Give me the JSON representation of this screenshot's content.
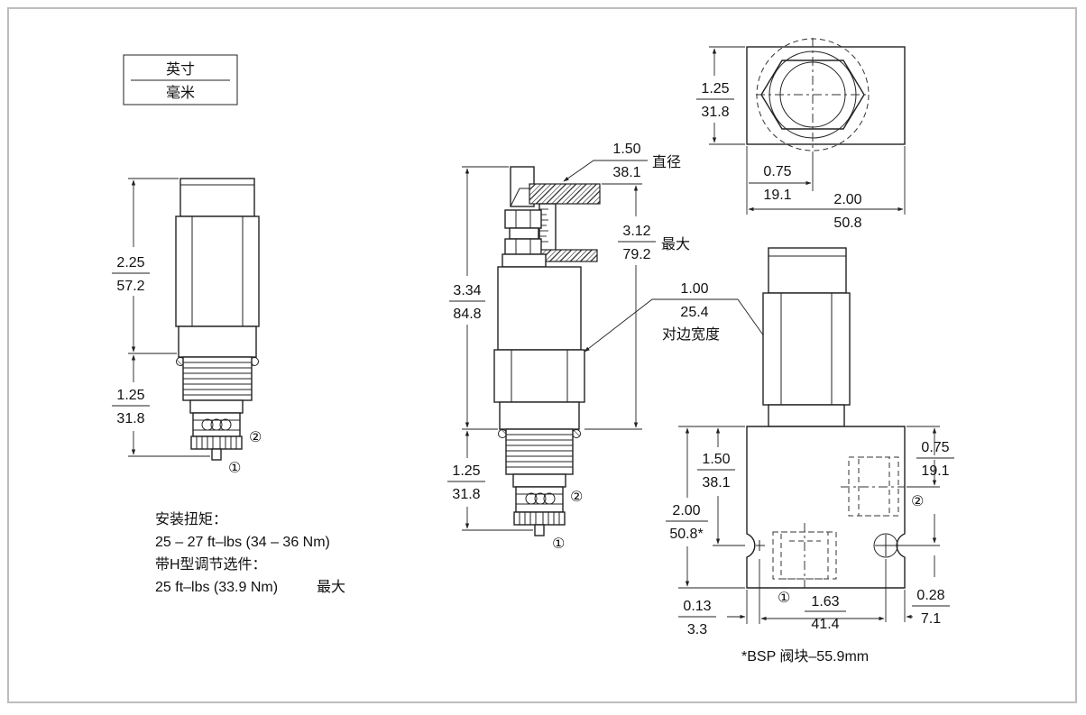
{
  "colors": {
    "frame": "#bdbdbd",
    "ink": "#222222",
    "background": "#ffffff"
  },
  "legend": {
    "inch": "英寸",
    "mm": "毫米"
  },
  "view_left": {
    "dim_length": {
      "inch": "2.25",
      "mm": "57.2"
    },
    "dim_thread": {
      "inch": "1.25",
      "mm": "31.8"
    },
    "port1": "①",
    "port2": "②"
  },
  "view_middle": {
    "dim_knob_dia": {
      "inch": "1.50",
      "mm": "38.1",
      "suffix": "直径"
    },
    "dim_max_length": {
      "inch": "3.12",
      "mm": "79.2",
      "suffix": "最大"
    },
    "dim_overall": {
      "inch": "3.34",
      "mm": "84.8"
    },
    "dim_hex": {
      "inch": "1.00",
      "mm": "25.4",
      "suffix": "对边宽度"
    },
    "dim_thread": {
      "inch": "1.25",
      "mm": "31.8"
    },
    "port1": "①",
    "port2": "②"
  },
  "view_top": {
    "dim_height": {
      "inch": "1.25",
      "mm": "31.8"
    },
    "dim_center": {
      "inch": "0.75",
      "mm": "19.1"
    },
    "dim_width": {
      "inch": "2.00",
      "mm": "50.8"
    }
  },
  "view_block": {
    "dim_port_offset": {
      "inch": "0.75",
      "mm": "19.1"
    },
    "dim_upper": {
      "inch": "1.50",
      "mm": "38.1"
    },
    "dim_height": {
      "inch": "2.00",
      "mm": "50.8*"
    },
    "dim_left_edge": {
      "inch": "0.13",
      "mm": "3.3"
    },
    "dim_hole_spacing": {
      "inch": "1.63",
      "mm": "41.4"
    },
    "dim_right_edge": {
      "inch": "0.28",
      "mm": "7.1"
    },
    "port1": "①",
    "port2": "②",
    "note": "*BSP 阀块–55.9mm"
  },
  "torque_note": {
    "title": "安装扭矩：",
    "value": "25 – 27 ft–lbs (34 – 36 Nm)",
    "option_title": "带H型调节选件：",
    "option_value": "25 ft–lbs (33.9 Nm)",
    "option_suffix": "最大"
  }
}
